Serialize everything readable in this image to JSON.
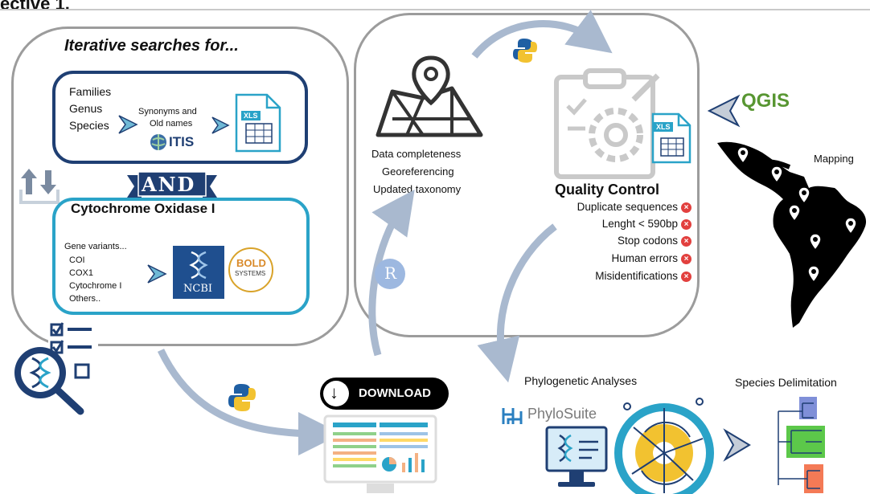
{
  "header": {
    "title": "ective 1."
  },
  "search": {
    "title": "Iterative searches for...",
    "taxa": [
      "Families",
      "Genus",
      "Species"
    ],
    "synonyms": [
      "Synonyms and",
      "Old names"
    ],
    "itis": "ITIS",
    "and_label": "AND",
    "coi_title": "Cytochrome Oxidase I",
    "variants": [
      "Gene variants...",
      "COI",
      "COX1",
      "Cytochrome I",
      "Others.."
    ],
    "ncbi": "NCBI",
    "bold": [
      "BOLD",
      "SYSTEMS"
    ],
    "xls": "XLS"
  },
  "process": {
    "map_steps": [
      "Data completeness",
      "Georeferencing",
      "Updated taxonomy"
    ],
    "qc_title": "Quality Control",
    "qc_items": [
      "Duplicate sequences",
      "Lenght < 590bp",
      "Stop codons",
      "Human errors",
      "Misidentifications"
    ],
    "r_label": "R",
    "xls": "XLS"
  },
  "mapping": {
    "qgis": "QGIS",
    "label": "Mapping"
  },
  "download": {
    "label": "DOWNLOAD"
  },
  "analyses": {
    "phylo_title": "Phylogenetic Analyses",
    "phylosuite": "PhyloSuite",
    "species_title": "Species Delimitation"
  },
  "colors": {
    "navy": "#1f3f73",
    "cyan": "#2aa3c8",
    "grey": "#9c9c9c",
    "arrow": "#a9b9cf",
    "red": "#e2403e",
    "qgis": "#589632"
  }
}
